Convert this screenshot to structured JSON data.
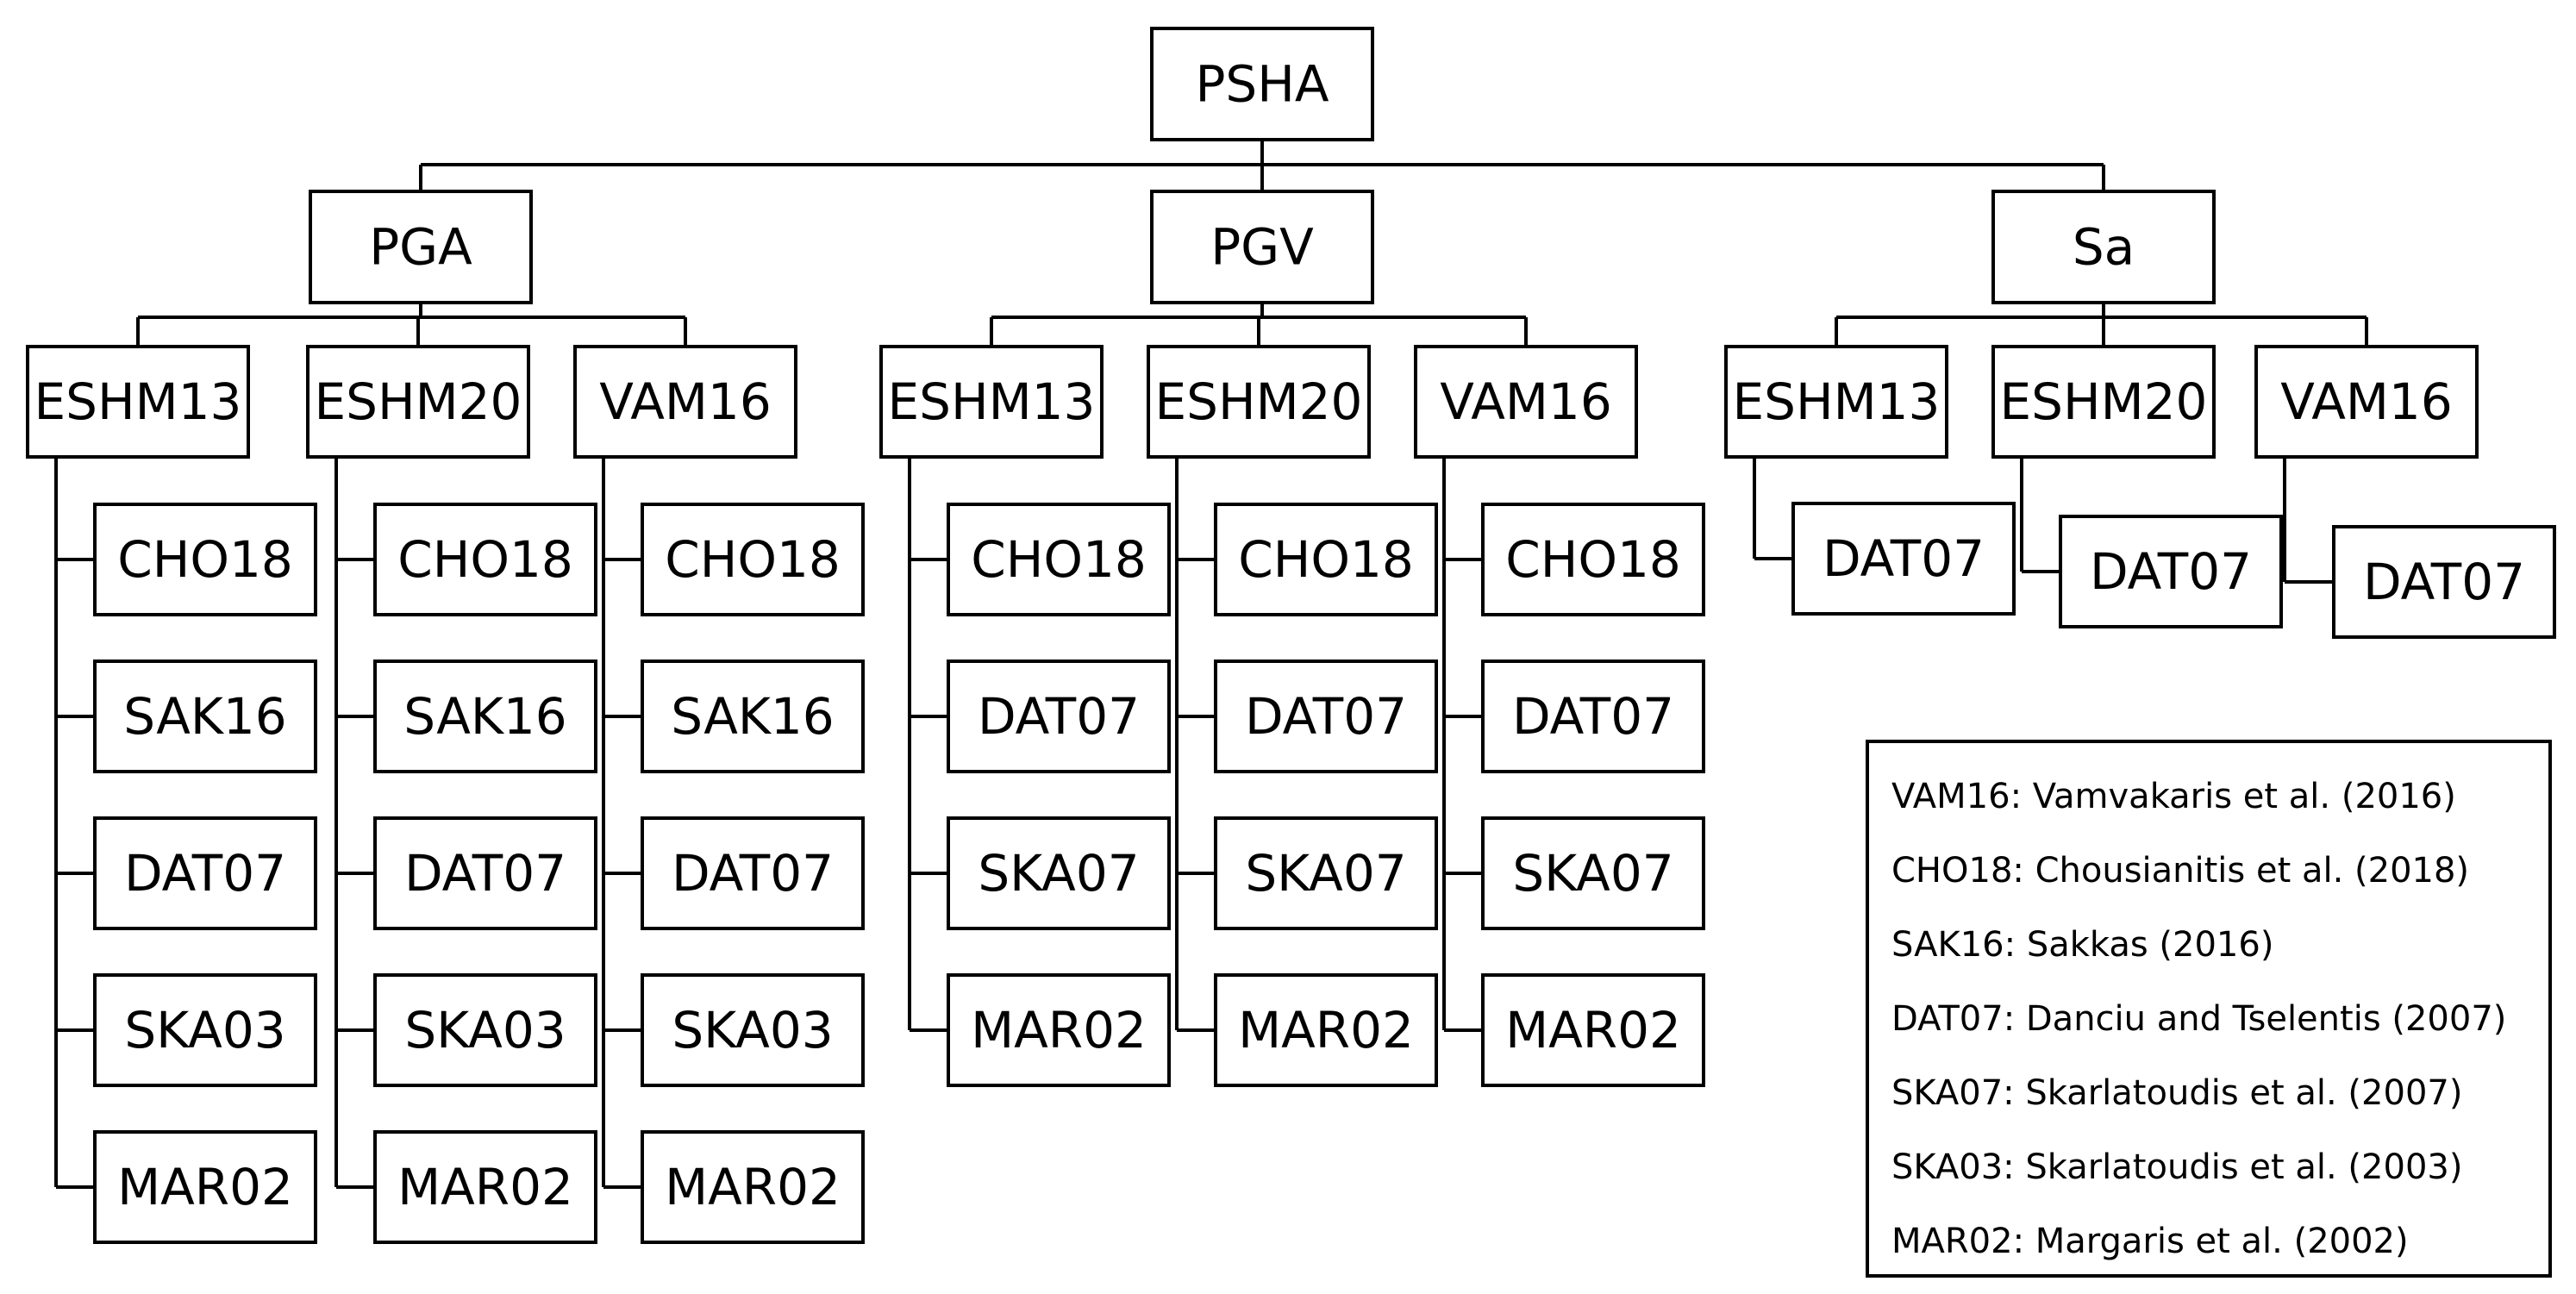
{
  "tree": {
    "label": "PSHA",
    "children": [
      {
        "label": "PGA",
        "children": [
          {
            "label": "ESHM13",
            "children": [
              "CHO18",
              "SAK16",
              "DAT07",
              "SKA03",
              "MAR02"
            ]
          },
          {
            "label": "ESHM20",
            "children": [
              "CHO18",
              "SAK16",
              "DAT07",
              "SKA03",
              "MAR02"
            ]
          },
          {
            "label": "VAM16",
            "children": [
              "CHO18",
              "SAK16",
              "DAT07",
              "SKA03",
              "MAR02"
            ]
          }
        ]
      },
      {
        "label": "PGV",
        "children": [
          {
            "label": "ESHM13",
            "children": [
              "CHO18",
              "DAT07",
              "SKA07",
              "MAR02"
            ]
          },
          {
            "label": "ESHM20",
            "children": [
              "CHO18",
              "DAT07",
              "SKA07",
              "MAR02"
            ]
          },
          {
            "label": "VAM16",
            "children": [
              "CHO18",
              "DAT07",
              "SKA07",
              "MAR02"
            ]
          }
        ]
      },
      {
        "label": "Sa",
        "children": [
          {
            "label": "ESHM13",
            "children": [
              "DAT07"
            ]
          },
          {
            "label": "ESHM20",
            "children": [
              "DAT07"
            ]
          },
          {
            "label": "VAM16",
            "children": [
              "DAT07"
            ]
          }
        ]
      }
    ]
  },
  "legend": [
    "VAM16: Vamvakaris et al. (2016)",
    "CHO18: Chousianitis et al. (2018)",
    "SAK16: Sakkas (2016)",
    "DAT07: Danciu and Tselentis (2007)",
    "SKA07: Skarlatoudis et al. (2007)",
    "SKA03: Skarlatoudis et al. (2003)",
    "MAR02: Margaris et al. (2002)"
  ]
}
